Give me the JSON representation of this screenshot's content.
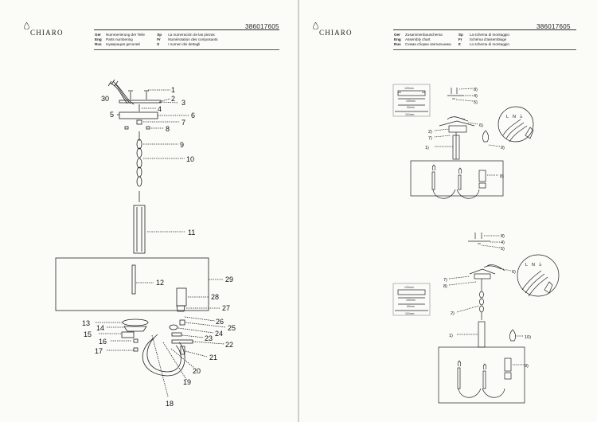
{
  "brand": "CHIARO",
  "doc_code": "386017605",
  "left_page": {
    "legend": [
      {
        "lang": "Ger",
        "text": "Nummerierung der Teile"
      },
      {
        "lang": "Eng",
        "text": "Parts numbering"
      },
      {
        "lang": "Rus",
        "text": "Нумерация деталей"
      }
    ],
    "legend_right": [
      {
        "lang": "Sp",
        "text": "La numeración de las piezas"
      },
      {
        "lang": "Fr",
        "text": "Numérotation des composants"
      },
      {
        "lang": "It",
        "text": "I numeri dei dettagli"
      }
    ],
    "callouts": [
      "1",
      "2",
      "3",
      "4",
      "5",
      "6",
      "7",
      "8",
      "9",
      "10",
      "11",
      "12",
      "13",
      "14",
      "15",
      "16",
      "17",
      "18",
      "19",
      "20",
      "21",
      "22",
      "23",
      "24",
      "25",
      "26",
      "27",
      "28",
      "29",
      "30"
    ]
  },
  "right_page": {
    "legend": [
      {
        "lang": "Ger",
        "text": "Zusammenbauschema"
      },
      {
        "lang": "Eng",
        "text": "Assembly chart"
      },
      {
        "lang": "Rus",
        "text": "Схема сборки светильника"
      }
    ],
    "legend_right": [
      {
        "lang": "Sp",
        "text": "La schema di montaggio"
      },
      {
        "lang": "Fr",
        "text": "Schéma d'assemblage"
      },
      {
        "lang": "It",
        "text": "Lo schema di montaggio"
      }
    ],
    "top_callouts": [
      "8)",
      "4)",
      "5)",
      "6)",
      "2)",
      "7)",
      "1)",
      "9)",
      "8)"
    ],
    "bottom_callouts": [
      "8)",
      "4)",
      "5)",
      "6)",
      "7)",
      "8)",
      "2)",
      "1)",
      "10)",
      "9)"
    ],
    "dim_labels": [
      "120mm",
      "100mm",
      "90mm",
      "110mm"
    ],
    "wire_labels": [
      "L",
      "N",
      "⏚"
    ]
  }
}
